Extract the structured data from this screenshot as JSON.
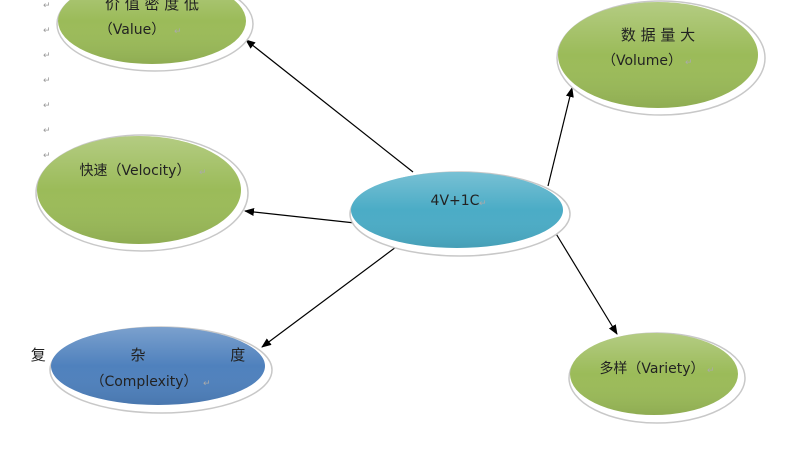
{
  "diagram": {
    "center": {
      "label": "4V+1C",
      "color": "#4BACC6"
    },
    "nodes": {
      "value": {
        "line1": "价 值 密 度 低",
        "line2": "（Value）",
        "color": "#9BBB59"
      },
      "volume": {
        "line1": "数 据 量 大",
        "line2": "（Volume）",
        "color": "#9BBB59"
      },
      "velocity": {
        "line1": "快速（Velocity）",
        "color": "#9BBB59"
      },
      "complexity": {
        "line1": "复 杂 度",
        "line2": "（Complexity）",
        "color": "#4F81BD"
      },
      "variety": {
        "line1": "多样（Variety）",
        "color": "#9BBB59"
      }
    },
    "paragraph_mark": "↵",
    "paragraph_marks": [
      "↵",
      "↵",
      "↵",
      "↵",
      "↵",
      "↵",
      "↵"
    ]
  }
}
